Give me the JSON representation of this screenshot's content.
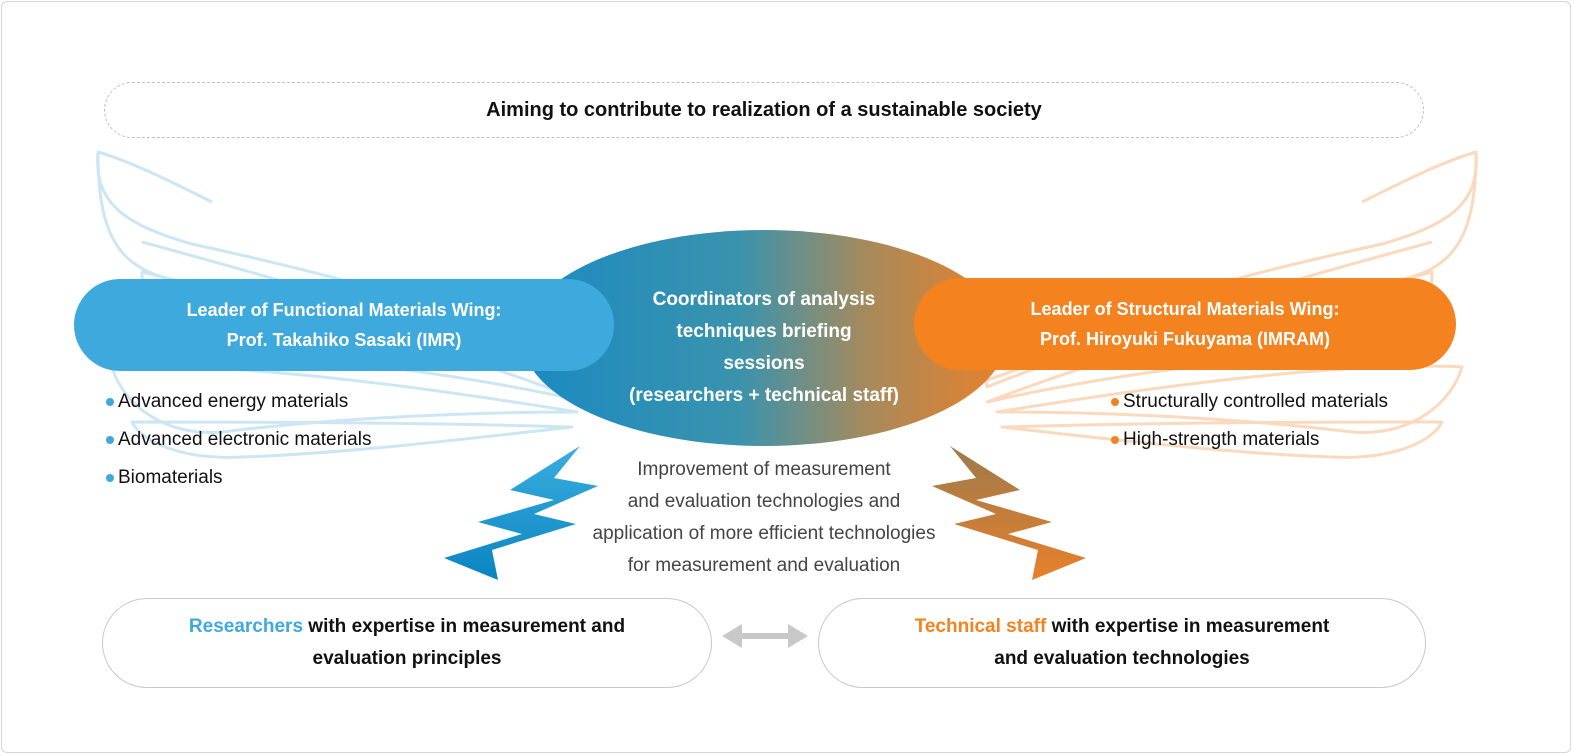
{
  "top_banner": "Aiming to contribute to realization of a sustainable society",
  "left_wing": {
    "line1": "Leader of Functional Materials Wing:",
    "line2": "Prof. Takahiko Sasaki (IMR)",
    "items": [
      "Advanced energy materials",
      "Advanced electronic materials",
      "Biomaterials"
    ]
  },
  "right_wing": {
    "line1": "Leader of Structural Materials Wing:",
    "line2": "Prof. Hiroyuki Fukuyama (IMRAM)",
    "items": [
      "Structurally controlled materials",
      "High-strength materials"
    ]
  },
  "center": {
    "lines": [
      "Coordinators of analysis",
      "techniques briefing",
      "sessions",
      "(researchers + technical staff)"
    ]
  },
  "improvement": {
    "lines": [
      "Improvement of measurement",
      "and evaluation technologies and",
      "application of more efficient technologies",
      "for measurement and evaluation"
    ]
  },
  "researchers_box": {
    "highlight": "Researchers",
    "rest1": " with expertise in measurement and",
    "line2": "evaluation principles"
  },
  "staff_box": {
    "highlight": "Technical staff",
    "rest1": " with expertise in measurement",
    "line2": "and evaluation technologies"
  },
  "colors": {
    "blue": "#3ea9dd",
    "orange": "#f3821f",
    "center_blue": "#1a8ac2",
    "center_orange": "#e8812a",
    "wing_blue_outline": "#cde6f4",
    "wing_orange_outline": "#fbd9bd",
    "arrow_gray": "#c8c8c8"
  }
}
